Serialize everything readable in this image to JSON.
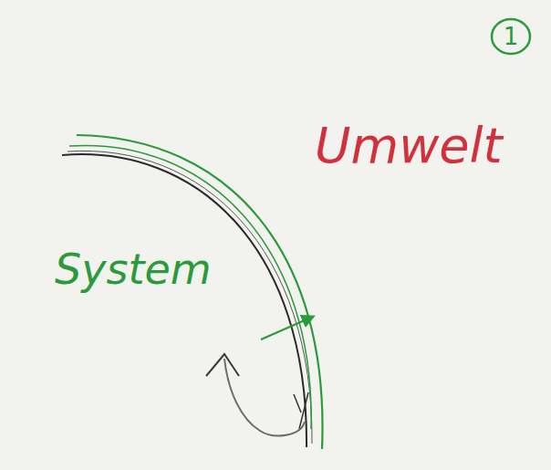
{
  "diagram": {
    "labels": [
      "1",
      "Umwelt",
      "System"
    ]
  }
}
